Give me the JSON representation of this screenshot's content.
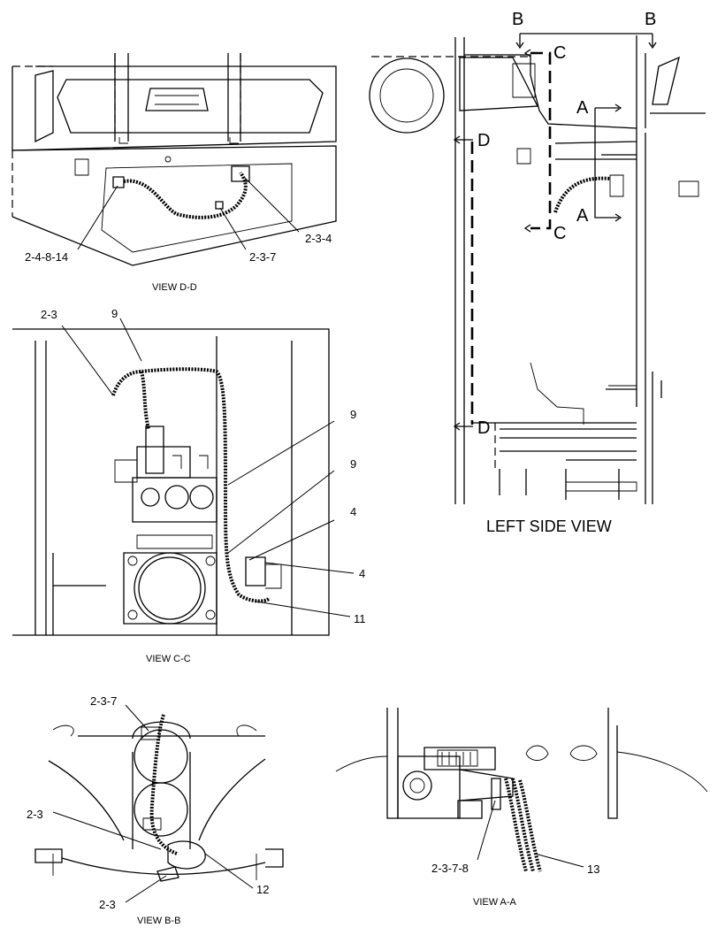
{
  "views": {
    "dd": {
      "caption": "VIEW D-D",
      "callouts": [
        "2-4-8-14",
        "2-3-7",
        "2-3-4"
      ]
    },
    "cc": {
      "caption": "VIEW C-C",
      "callouts": [
        "2-3",
        "9",
        "9",
        "9",
        "4",
        "4",
        "11"
      ]
    },
    "bb": {
      "caption": "VIEW B-B",
      "callouts": [
        "2-3-7",
        "2-3",
        "2-3",
        "12"
      ]
    },
    "aa": {
      "caption": "VIEW A-A",
      "callouts": [
        "2-3-7-8",
        "13"
      ]
    },
    "left_side": {
      "caption": "LEFT SIDE VIEW",
      "section_marks": [
        "B",
        "B",
        "C",
        "C",
        "A",
        "A",
        "D",
        "D"
      ]
    }
  }
}
